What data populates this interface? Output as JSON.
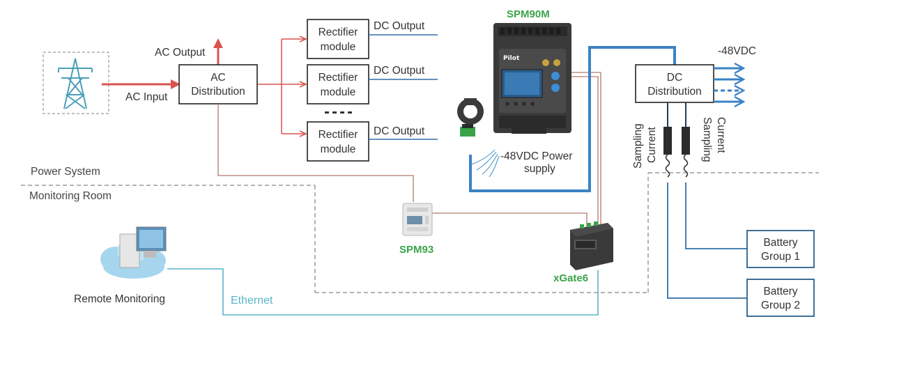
{
  "labels": {
    "ac_output": "AC Output",
    "ac_input": "AC Input",
    "ac_distribution_line1": "AC",
    "ac_distribution_line2": "Distribution",
    "rectifier_line1": "Rectifier",
    "rectifier_line2": "module",
    "dc_output": "DC Output",
    "spm90m": "SPM90M",
    "minus48vdc": "-48VDC",
    "dc_distribution_line1": "DC",
    "dc_distribution_line2": "Distribution",
    "current_sampling_line1": "Current",
    "current_sampling_line2": "Sampling",
    "power_supply_line1": "-48VDC Power",
    "power_supply_line2": "supply",
    "power_system": "Power System",
    "monitoring_room": "Monitoring Room",
    "spm93": "SPM93",
    "xgate6": "xGate6",
    "remote_monitoring": "Remote Monitoring",
    "ethernet": "Ethernet",
    "battery_line1": "Battery",
    "battery1_line2": "Group 1",
    "battery2_line2": "Group 2"
  },
  "colors": {
    "ac_line": "#d9534f",
    "dc_line": "#2f6fa8",
    "dc_bus": "#3b82c4",
    "signal_line": "#b07a6e",
    "ethernet_line": "#5ab4c8",
    "zone_dash": "#9a9a9a",
    "label_green": "#3aa34a"
  },
  "icons": [
    "transmission-tower-icon",
    "current-clamp-icon",
    "meter-device-icon",
    "gateway-device-icon",
    "computer-cloud-icon",
    "current-transformer-icon"
  ]
}
